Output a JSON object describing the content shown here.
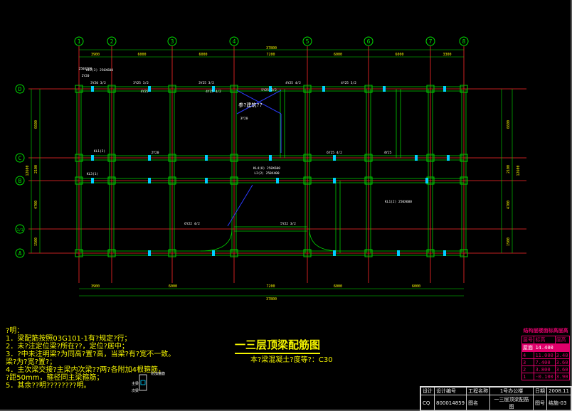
{
  "drawing": {
    "title": "一三层顶梁配筋图",
    "subtitle": "本?梁混凝土?度等?：C30",
    "callout": "参?建筑??"
  },
  "axes": {
    "top": [
      "1",
      "2",
      "3",
      "4",
      "5",
      "6",
      "7",
      "8"
    ],
    "left": [
      "D",
      "C",
      "B",
      "1/1",
      "A"
    ]
  },
  "dimensions": {
    "top_overall": "37800",
    "top_spans": [
      "3900",
      "6000",
      "6000",
      "7200",
      "6000",
      "6000",
      "3300"
    ],
    "bottom_overall": "37800",
    "bottom_spans": [
      "3900",
      "6000",
      "7200",
      "6000",
      "6000"
    ],
    "left": [
      "6600",
      "2100",
      "4700",
      "1500",
      "12600"
    ],
    "right": [
      "6600",
      "2100",
      "4700",
      "1500",
      "12600"
    ]
  },
  "beam_labels": [
    "KL2(2) 250X600",
    "3Y20 3/2",
    "3Y25 3/2",
    "4Y25",
    "3Y25 3/2",
    "4Y25 4/2",
    "5Y25 3/2",
    "4Y25 4/2",
    "3Y20",
    "4Y25 3/2",
    "250X500",
    "2Y20",
    "KL1(2)",
    "KL3(1)",
    "L2(2) 250X400",
    "KL4(8) 250X600",
    "6Y25 4/2",
    "2Y20",
    "4Y25",
    "KL1(2) 250X600",
    "6Y22 4/2",
    "5Y22 3/2"
  ],
  "notes": [
    "?明：",
    "1．梁配筋按照03G101-1有?规定?行；",
    "2．未?注定位梁?所在??，定位?居中；",
    "3．?中未注明梁?为同高?置?高，当梁?有?宽不一致。",
    "  梁?为?宽?置?；",
    "4．主次梁交接?主梁内次梁??两?各附加4根箍筋，",
    "  ?距50mm，箍径同主梁箍筋；",
    "5．其余??明????????明。"
  ],
  "stirrup_legend": {
    "label": "附加箍筋",
    "beam_label": "主梁",
    "secondary_label": "次梁"
  },
  "elevation_table": {
    "title": "结构层楼面标高层高",
    "headers": [
      "层号",
      "标高",
      "层高"
    ],
    "rows": [
      [
        "屋面",
        "14.400",
        ""
      ],
      [
        "4",
        "11.000",
        "3.40"
      ],
      [
        "3",
        "7.400",
        "3.60"
      ],
      [
        "2",
        "3.800",
        "3.60"
      ],
      [
        "1",
        "-0.100",
        "3.90"
      ]
    ]
  },
  "title_block": {
    "row1": [
      "设计",
      "设计编号",
      "工程名称",
      "1号办公楼",
      "日期",
      "2008.11"
    ],
    "row2": [
      "CQ",
      "800014859",
      "图名",
      "一三层顶梁配筋图",
      "图号",
      "结施-03"
    ]
  },
  "colors": {
    "grid_line": "#ff2a2a",
    "beam": "#00d000",
    "axis_bubble": "#00e000",
    "dimension": "#00e000",
    "text": "#f5f500",
    "column": "#00d0ff",
    "annotation": "#ffffff",
    "callout": "#2b3bff",
    "table_accent": "#e0006b"
  }
}
